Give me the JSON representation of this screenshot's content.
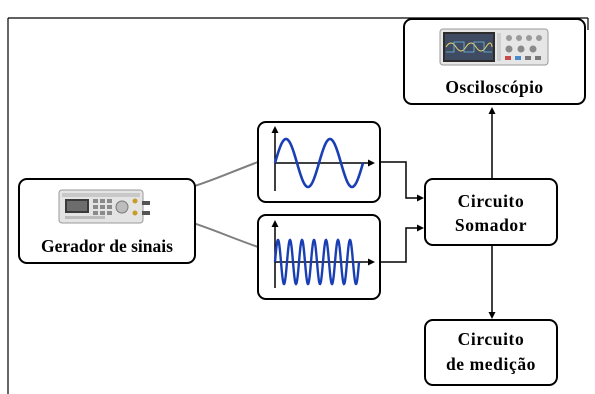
{
  "blocks": {
    "generator": {
      "label": "Gerador de sinais"
    },
    "oscilloscope": {
      "label": "Osciloscópio"
    },
    "summer": {
      "line1": "Circuito",
      "line2": "Somador"
    },
    "measurement": {
      "line1": "Circuito",
      "line2": "de medição"
    }
  },
  "signals": {
    "low_freq": {
      "cycles": 2
    },
    "high_freq": {
      "cycles": 7
    }
  },
  "colors": {
    "wave": "#1a3fb5",
    "cable": "#7f7f7f",
    "line": "#000000"
  }
}
